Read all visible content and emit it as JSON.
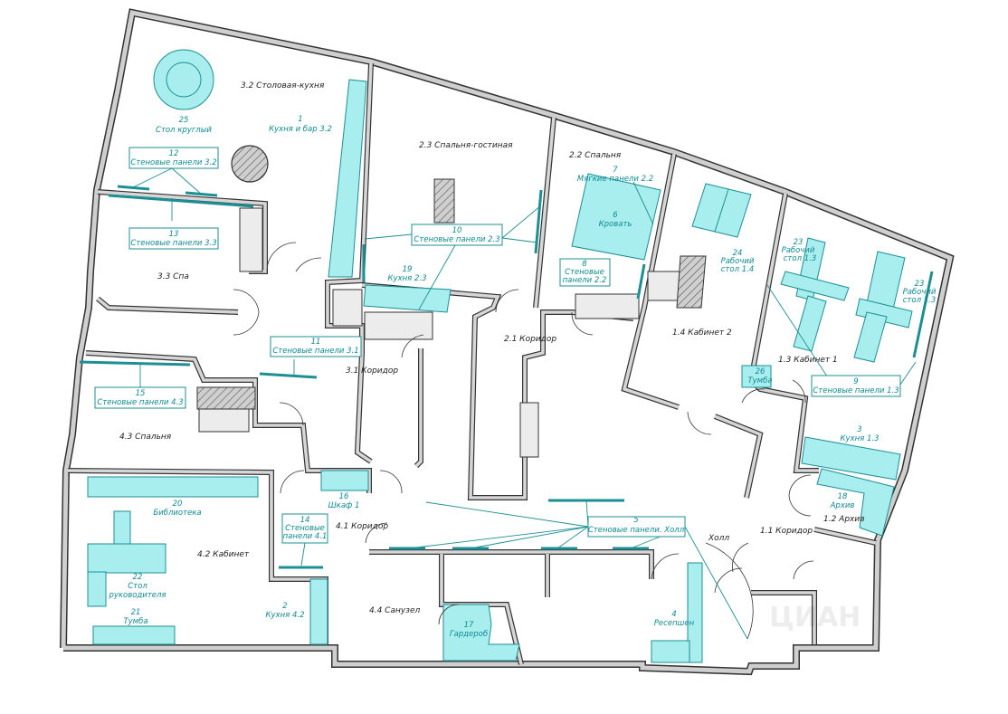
{
  "rooms": {
    "r32": "3.2 Столовая-кухня",
    "r23": "2.3 Спальня-гостиная",
    "r22": "2.2 Спальня",
    "r33": "3.3 Спа",
    "r21": "2.1 Коридор",
    "r14": "1.4 Кабинет 2",
    "r13": "1.3 Кабинет 1",
    "r31": "3.1 Коридор",
    "r43": "4.3 Спальня",
    "r41": "4.1 Коридор",
    "r42": "4.2 Кабинет",
    "r44": "4.4 Санузел",
    "hall": "Холл",
    "r11": "1.1 Коридор",
    "r12": "1.2 Архив"
  },
  "items": {
    "i25": {
      "num": "25",
      "text": "Стол круглый"
    },
    "i1": {
      "num": "1",
      "text": "Кухня и бар 3.2"
    },
    "i12": {
      "num": "12",
      "text": "Стеновые панели 3.2"
    },
    "i13": {
      "num": "13",
      "text": "Стеновые панели 3.3"
    },
    "i10": {
      "num": "10",
      "text": "Стеновые панели 2.3"
    },
    "i19": {
      "num": "19",
      "text": "Кухня 2.3"
    },
    "i7": {
      "num": "7",
      "text": "Мягкие панели 2.2"
    },
    "i6": {
      "num": "6",
      "text": "Кровать"
    },
    "i8": {
      "num": "8",
      "line1": "Стеновые",
      "line2": "панели 2.2"
    },
    "i24": {
      "num": "24",
      "line1": "Рабочий",
      "line2": "стол 1.4"
    },
    "i23a": {
      "num": "23",
      "line1": "Рабочий",
      "line2": "стол 1.3"
    },
    "i23b": {
      "num": "23",
      "line1": "Рабочий",
      "line2": "стол 1.3"
    },
    "i11": {
      "num": "11",
      "text": "Стеновые панели 3.1"
    },
    "i15": {
      "num": "15",
      "text": "Стеновые панели 4.3"
    },
    "i26": {
      "num": "26",
      "text": "Тумба"
    },
    "i9": {
      "num": "9",
      "text": "Стеновые панели 1.3"
    },
    "i3": {
      "num": "3",
      "text": "Кухня 1.3"
    },
    "i16": {
      "num": "16",
      "text": "Шкаф 1"
    },
    "i14": {
      "num": "14",
      "line1": "Стеновые",
      "line2": "панели 4.1"
    },
    "i20": {
      "num": "20",
      "text": "Библиотека"
    },
    "i22": {
      "num": "22",
      "line1": "Стол",
      "line2": "руководителя"
    },
    "i21": {
      "num": "21",
      "text": "Тумба"
    },
    "i2": {
      "num": "2",
      "text": "Кухня 4.2"
    },
    "i17": {
      "num": "17",
      "text": "Гардероб"
    },
    "i4": {
      "num": "4",
      "text": "Ресепшен"
    },
    "i5": {
      "num": "5",
      "text": "Стеновые панели. Холл"
    },
    "i18": {
      "num": "18",
      "text": "Архив"
    }
  },
  "watermark": "ЦИАН",
  "colors": {
    "furniture_fill": "#a9eeee",
    "annotation": "#0f8a93",
    "wall": "#333333"
  }
}
